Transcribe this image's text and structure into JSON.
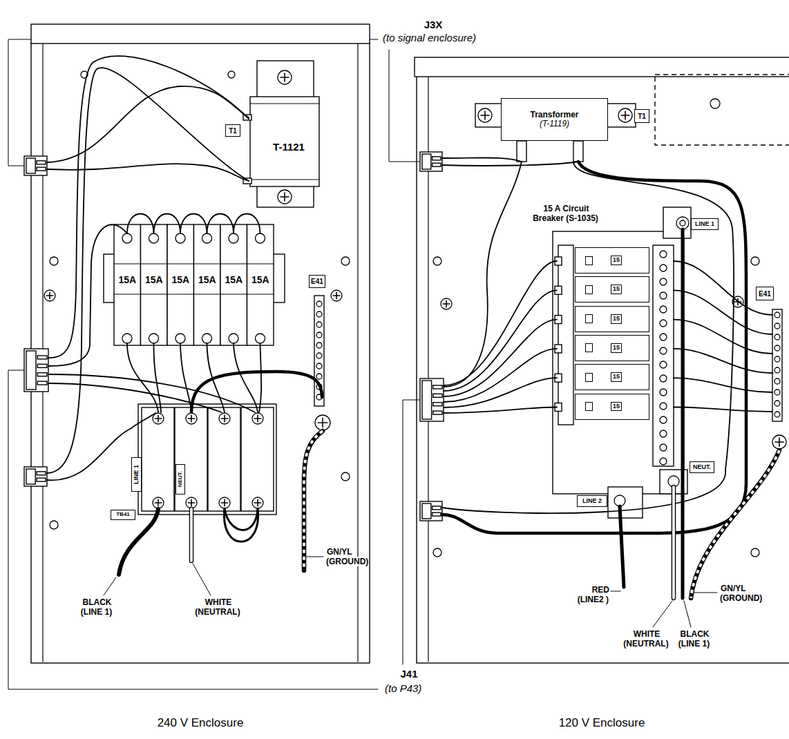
{
  "diagram": {
    "nodes": [
      {
        "text": [
          "240 V Enclosure"
        ]
      },
      {
        "text": [
          "T1"
        ],
        "in": 0
      },
      {
        "text": [
          "T-1121"
        ],
        "in": 0
      },
      {
        "text": [
          "15A"
        ],
        "in": 0
      },
      {
        "text": [
          "15A"
        ],
        "in": 0
      },
      {
        "text": [
          "15A"
        ],
        "in": 0
      },
      {
        "text": [
          "15A"
        ],
        "in": 0
      },
      {
        "text": [
          "15A"
        ],
        "in": 0
      },
      {
        "text": [
          "15A"
        ],
        "in": 0
      },
      {
        "text": [
          "E41"
        ],
        "in": 0
      },
      {
        "text": [
          "TB41"
        ],
        "in": 0
      },
      {
        "text": [
          "LINE 1"
        ],
        "in": 0
      },
      {
        "text": [
          "NEUT."
        ],
        "in": 0
      },
      {
        "text": [
          "120 V Enclosure"
        ]
      },
      {
        "text": [
          "Transformer",
          "(T-1119)"
        ],
        "in": 13
      },
      {
        "text": [
          "T1"
        ],
        "in": 13
      },
      {
        "text": [
          "15"
        ],
        "in": 13
      },
      {
        "text": [
          "15"
        ],
        "in": 13
      },
      {
        "text": [
          "15"
        ],
        "in": 13
      },
      {
        "text": [
          "15"
        ],
        "in": 13
      },
      {
        "text": [
          "15"
        ],
        "in": 13
      },
      {
        "text": [
          "15"
        ],
        "in": 13
      },
      {
        "text": [
          "LINE 1"
        ],
        "in": 13
      },
      {
        "text": [
          "E41"
        ],
        "in": 13
      },
      {
        "text": [
          "NEUT."
        ],
        "in": 13
      },
      {
        "text": [
          "LINE 2"
        ],
        "in": 13
      }
    ],
    "labels": [
      "J3X",
      "(to signal enclosure)",
      "GN/YL (GROUND)",
      "BLACK (LINE 1)",
      "WHITE (NEUTRAL)",
      "15 A Circuit Breaker (S-1035)",
      "RED (LINE2 )",
      "WHITE (NEUTRAL)",
      "BLACK (LINE 1)",
      "GN/YL (GROUND)",
      "J41",
      "(to P43)"
    ]
  }
}
